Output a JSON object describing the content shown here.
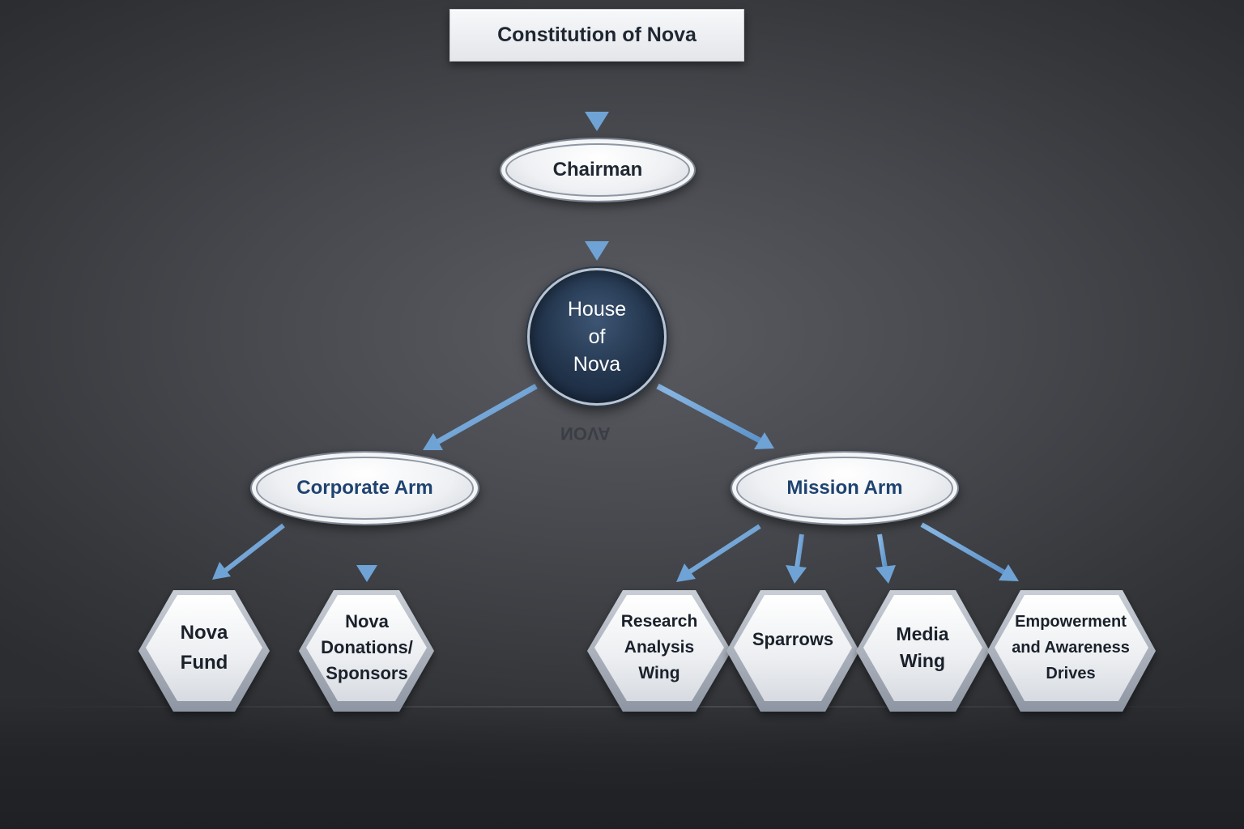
{
  "title": "Constitution of Nova",
  "chairman": "Chairman",
  "house": "House\nof\nNova",
  "house_reflection": "NOVA",
  "arms": {
    "corporate": "Corporate Arm",
    "mission": "Mission Arm"
  },
  "corporate_units": [
    "Nova\nFund",
    "Nova\nDonations/\nSponsors"
  ],
  "mission_units": [
    "Research\nAnalysis\nWing",
    "Sparrows",
    "Media\nWing",
    "Empowerment\nand Awareness\nDrives"
  ],
  "colors": {
    "arrow": "#6fa3d6",
    "arrow_dark": "#4f86bf",
    "house_fill": "#24374f",
    "arm_text": "#1f4370",
    "node_text": "#1f2732"
  }
}
